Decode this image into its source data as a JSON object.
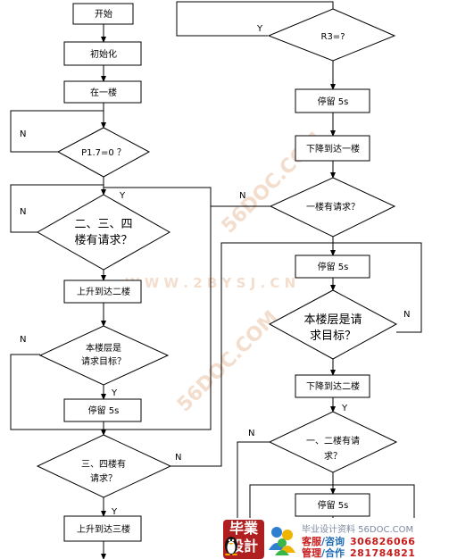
{
  "nodes": {
    "start": "开始",
    "init": "初始化",
    "at_floor1": "在一楼",
    "check_p17": "P1.7=0 ？",
    "req_234_line1": "二、三、四",
    "req_234_line2": "楼有请求？",
    "up_to_2": "上升到达二楼",
    "is_target_line1": "本楼层是",
    "is_target_line2": "请求目标？",
    "stay_5s_a": "停留 5s",
    "req_34_line1": "三、四楼有",
    "req_34_line2": "请求？",
    "up_to_3": "上升到达三楼",
    "r3": "R3=?",
    "stay_5s_b": "停留 5s",
    "down_to_1": "下降到达一楼",
    "floor1_req": "一楼有请求？",
    "stay_5s_c": "停留 5s",
    "is_target_big_line1": "本楼层是请",
    "is_target_big_line2": "求目标？",
    "down_to_2": "下降到达二楼",
    "req_12_line1": "一、二楼有请",
    "req_12_line2": "求？",
    "stay_5s_d": "停留 5s"
  },
  "labels": {
    "yes": "Y",
    "no": "N"
  },
  "watermarks": {
    "wm1": "56DOC.COM",
    "wm2": "W W W . 2 B Y S J . C N",
    "wm3": "56DOC.COM"
  },
  "footer": {
    "logo_line1": "毕業",
    "logo_line2": "設計",
    "site": "毕业设计资料 56DOC.COM",
    "c1_label_a": "客服",
    "c1_label_b": "/咨询",
    "c1_number": "306826066",
    "c2_label_a": "管理",
    "c2_label_b": "/合作",
    "c2_number": "281784821"
  },
  "colors": {
    "line": "#000000",
    "watermark": "#f0d2bd",
    "brand_red": "#c81b1b",
    "brand_blue": "#1f6db5"
  }
}
